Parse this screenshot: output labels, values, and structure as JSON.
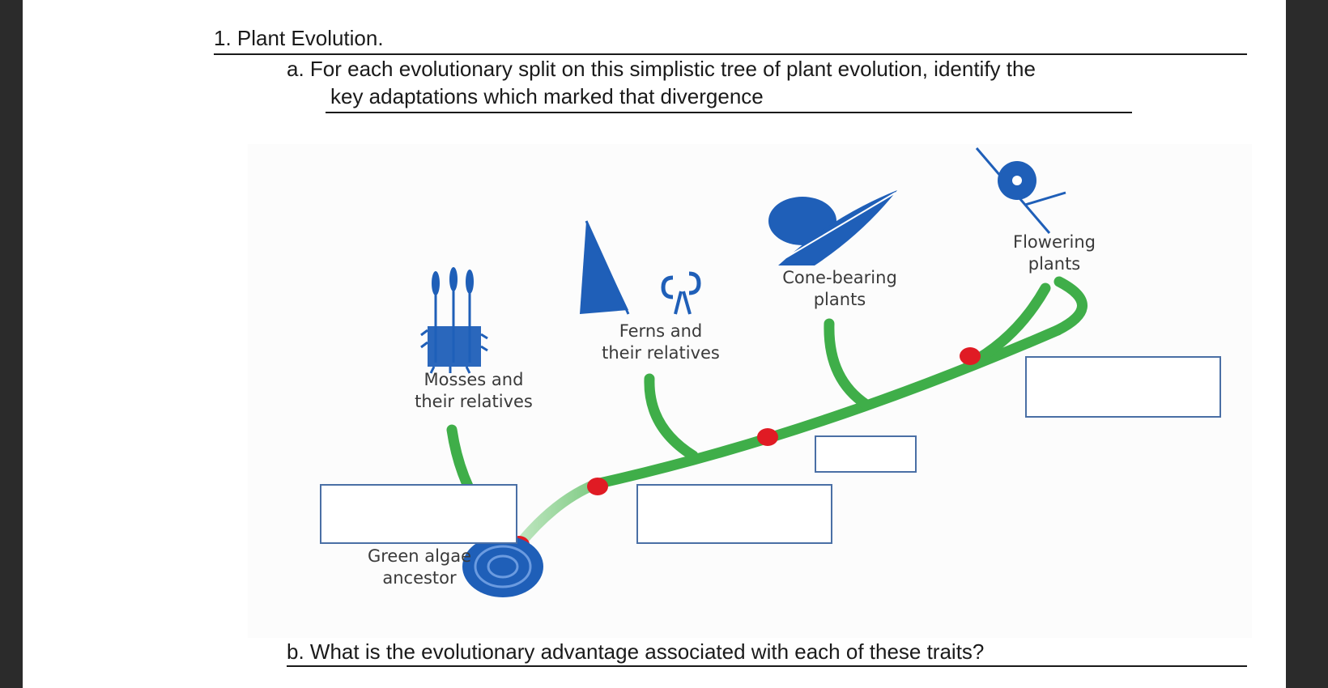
{
  "question": {
    "title": "1. Plant Evolution.",
    "part_a_line1": "a. For each evolutionary split on this simplistic tree of plant evolution, identify the",
    "part_a_line2": "key adaptations which marked that divergence",
    "part_b": "b. What is the evolutionary advantage associated with each of these traits?"
  },
  "tree": {
    "labels": {
      "mosses": "Mosses and\ntheir relatives",
      "ferns": "Ferns and\ntheir relatives",
      "cones": "Cone-bearing\nplants",
      "flowering": "Flowering\nplants",
      "algae": "Green algae\nancestor"
    },
    "colors": {
      "branch": "#3fae49",
      "branch_faded": "#bfe6c0",
      "split_marker": "#e01b24",
      "illustration": "#1f5fb8",
      "answer_box_border": "#4a6fa5"
    }
  }
}
